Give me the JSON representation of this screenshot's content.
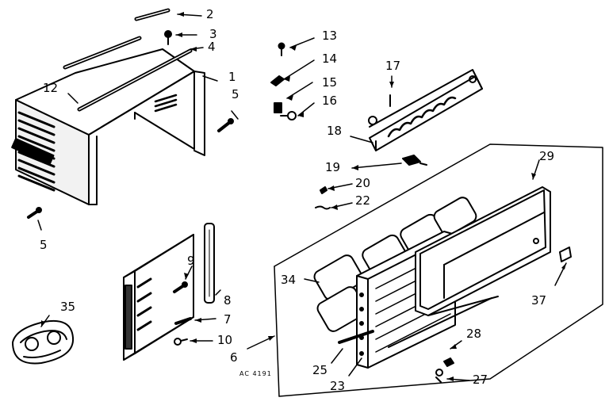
{
  "labels": {
    "p2": "2",
    "p3": "3",
    "p4": "4",
    "p1": "1",
    "p5a": "5",
    "p12": "12",
    "p5b": "5",
    "p13": "13",
    "p14": "14",
    "p15": "15",
    "p16": "16",
    "p17": "17",
    "p18": "18",
    "p19": "19",
    "p20": "20",
    "p22": "22",
    "p29": "29",
    "p34": "34",
    "p37": "37",
    "p9": "9",
    "p8": "8",
    "p7": "7",
    "p10": "10",
    "p6": "6",
    "p35": "35",
    "p28": "28",
    "p25": "25",
    "p23": "23",
    "p27": "27"
  },
  "drawing_code": "AC 4191"
}
